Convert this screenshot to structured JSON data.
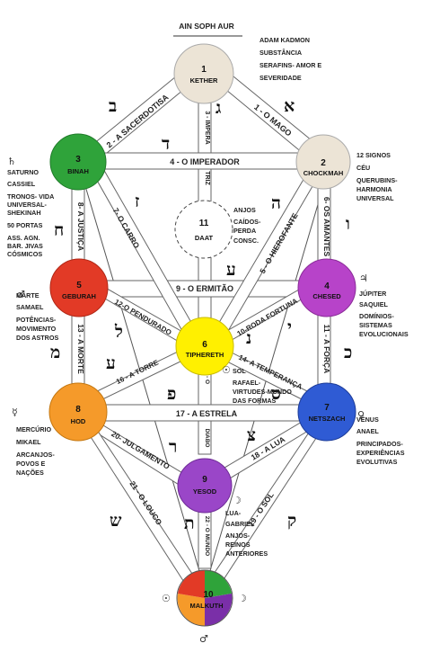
{
  "header": {
    "title": "AIN SOPH AUR"
  },
  "colors": {
    "kether": "#ece4d6",
    "chockmah": "#ece4d6",
    "binah": "#2fa33a",
    "chesed": "#b743c9",
    "geburah": "#e23a26",
    "tiphereth": "#fff000",
    "netszach": "#2f5bd4",
    "hod": "#f59a2a",
    "yesod": "#9a46c8",
    "malkuth_quarters": [
      "#2fa33a",
      "#7a2fa8",
      "#f59a2a",
      "#e23a26"
    ]
  },
  "nodes": {
    "kether": {
      "number": "1",
      "name": "KETHER"
    },
    "chockmah": {
      "number": "2",
      "name": "CHOCKMAH"
    },
    "binah": {
      "number": "3",
      "name": "BINAH"
    },
    "chesed": {
      "number": "4",
      "name": "CHESED"
    },
    "geburah": {
      "number": "5",
      "name": "GEBURAH"
    },
    "tiphereth": {
      "number": "6",
      "name": "TIPHERETH"
    },
    "netszach": {
      "number": "7",
      "name": "NETSZACH"
    },
    "hod": {
      "number": "8",
      "name": "HOD"
    },
    "yesod": {
      "number": "9",
      "name": "YESOD"
    },
    "malkuth": {
      "number": "10",
      "name": "MALKUTH"
    }
  },
  "daat": {
    "number": "11",
    "name": "DAAT"
  },
  "paths": {
    "1": "1 - O MAGO",
    "2": "2 - A SACERDOTISA",
    "3a": "3 - IMPERA",
    "3b": "TRIZ",
    "4": "4 - O IMPERADOR",
    "5": "5 - O HIEROFANTE",
    "6": "6- OS AMANTES",
    "7": "7- O CARRO",
    "8": "8- A JUSTIÇA",
    "9": "9 - O ERMITÃO",
    "10": "10-RODA FORTUNA",
    "11": "11 - A FORÇA",
    "12": "12-O PENDURADO",
    "13": "13 - A MORTE",
    "14": "14- A TEMPERANÇA",
    "15": "15 - O",
    "16": "16 - A TORRE",
    "17": "17 - A ESTRELA",
    "diabo": "DIABO",
    "18": "18 - A LUA",
    "19": "19 - O SOL",
    "20": "20- JULGAMENTO",
    "21": "21 - O LOUCO",
    "22": "22 - O MUNDO"
  },
  "hebrew": {
    "aleph": "א",
    "beth": "ב",
    "gimel": "ג",
    "daleth": "ד",
    "he": "ה",
    "vav": "ו",
    "zain": "ז",
    "cheth": "ח",
    "ayin": "ע",
    "lamed": "ל",
    "yod": "י",
    "nun": "נ",
    "mem": "מ",
    "kaph": "כ",
    "ayin2": "ע",
    "pe": "פ",
    "samekh": "ס",
    "resh": "ר",
    "tzaddi": "צ",
    "shin": "ש",
    "tav": "ת",
    "qoph": "ק"
  },
  "symbols": {
    "saturn": "♄",
    "jupiter": "♃",
    "mars": "♂",
    "sun": "☉",
    "mercury": "☿",
    "venus": "♀",
    "moon": "☽",
    "earth_sun": "☉",
    "earth_moon": "☽",
    "earth_mars": "♂"
  },
  "notes": {
    "kether": [
      "ADAM KADMON",
      "SUBSTÂNCIA",
      "SERAFINS- AMOR E",
      "SEVERIDADE"
    ],
    "chockmah": [
      "12 SIGNOS",
      "CÉU",
      "QUERUBINS-",
      "HARMONIA",
      "UNIVERSAL"
    ],
    "binah": [
      "SATURNO",
      "CASSIEL",
      "TRONOS- VIDA",
      "UNIVERSAL-",
      "SHEKINAH",
      "50 PORTAS",
      "ASS. AGN.",
      "BAR. JIVAS",
      "CÓSMICOS"
    ],
    "daat": [
      "ANJOS",
      "CAÍDOS-",
      "PERDA",
      "CONSC."
    ],
    "geburah": [
      "MARTE",
      "SAMAEL",
      "POTÊNCIAS-",
      "MOVIMENTO",
      "DOS ASTROS"
    ],
    "chesed": [
      "JÚPITER",
      "SAQUIEL",
      "DOMÍNIOS-",
      "SISTEMAS",
      "EVOLUCIONAIS"
    ],
    "tiphereth": [
      "SOL",
      "RAFAEL-",
      "VIRTUDES-MUNDO",
      "DAS FORMAS"
    ],
    "hod": [
      "MERCÚRIO",
      "MIKAEL",
      "ARCANJOS-",
      "POVOS E",
      "NAÇÕES"
    ],
    "netszach": [
      "VÊNUS",
      "ANAEL",
      "PRINCIPADOS-",
      "EXPERIÊNCIAS",
      "EVOLUTIVAS"
    ],
    "yesod": [
      "LUA-",
      "GABRIEL",
      "ANJOS-",
      "REINOS",
      "ANTERIORES"
    ]
  }
}
